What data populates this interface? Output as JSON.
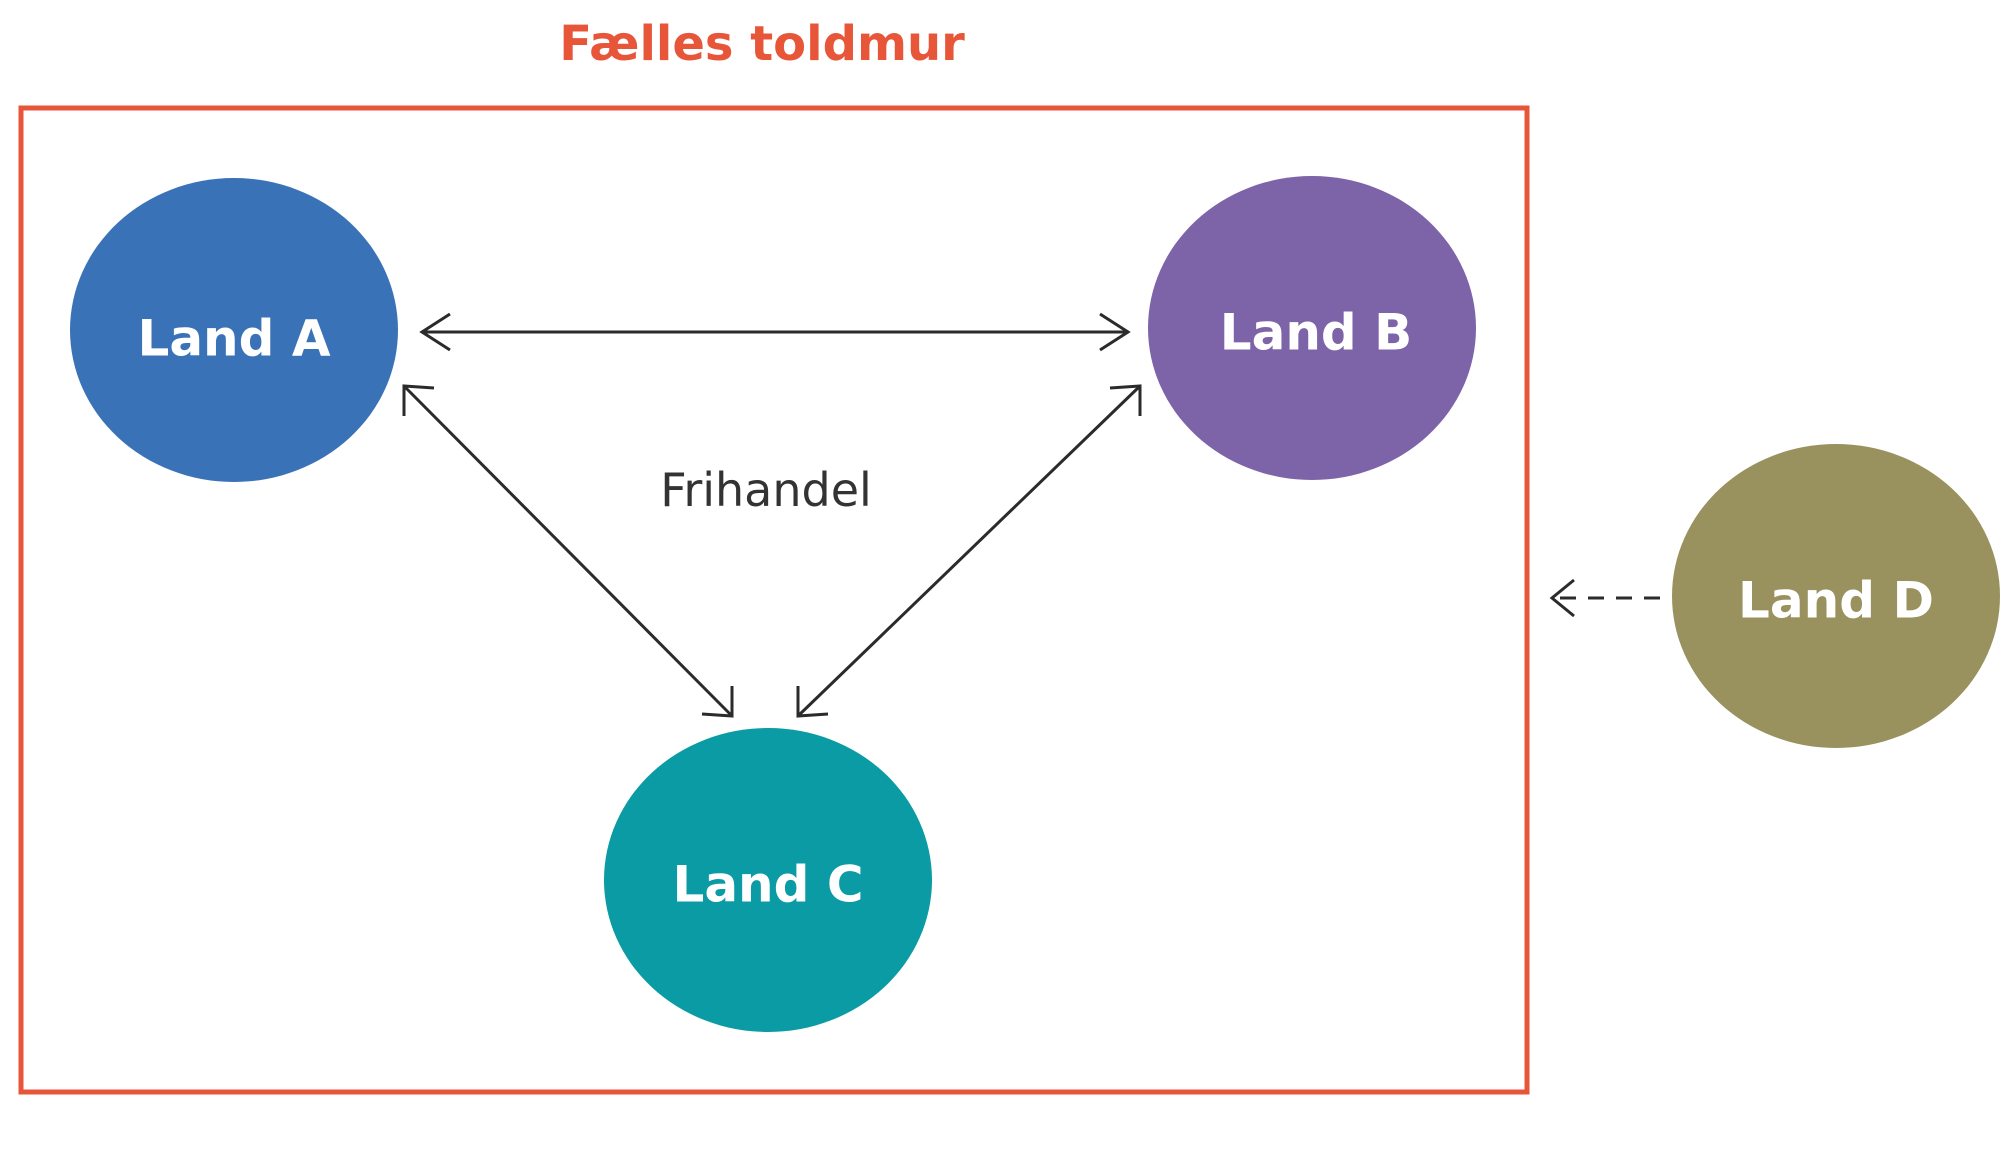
{
  "diagram": {
    "title": "Fælles toldmur",
    "border_color": "#e8563a",
    "arrow_color": "#2b2b2b",
    "nodes": {
      "a": {
        "label": "Land A",
        "color": "#3a72b8"
      },
      "b": {
        "label": "Land B",
        "color": "#7d63a7"
      },
      "c": {
        "label": "Land C",
        "color": "#0a9ba4"
      },
      "d": {
        "label": "Land D",
        "color": "#9a925e"
      }
    },
    "free_trade_label": "Frihandel"
  }
}
